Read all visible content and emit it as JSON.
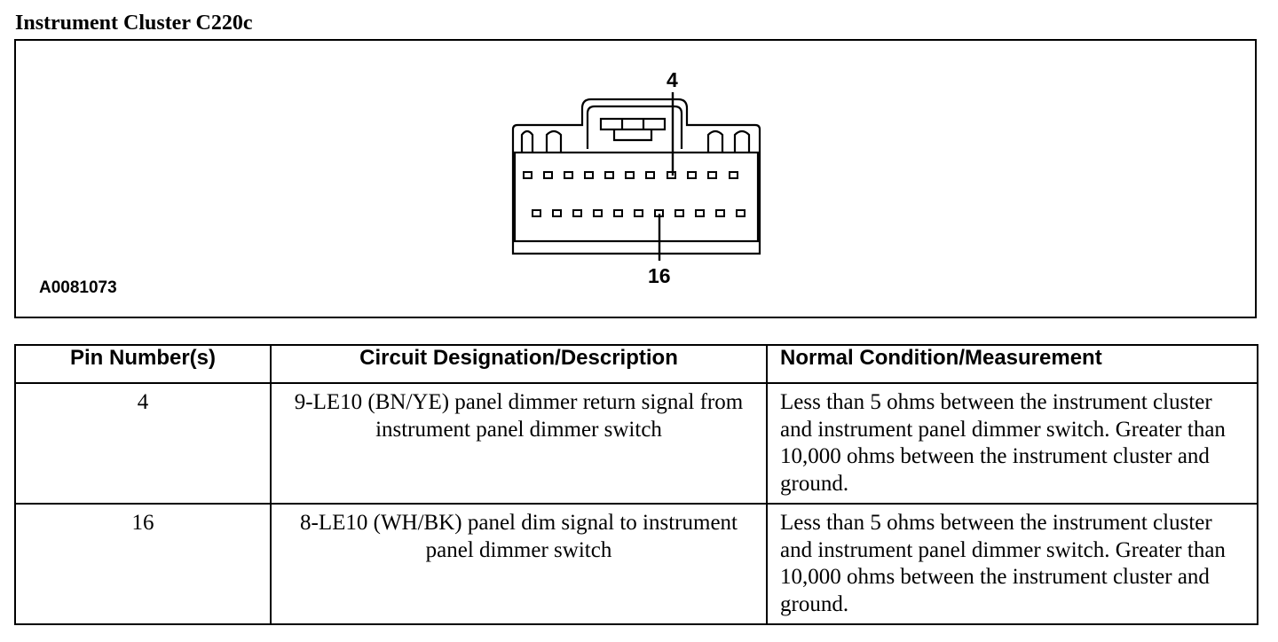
{
  "title": "Instrument Cluster C220c",
  "figure": {
    "id": "A0081073",
    "callout_top": "4",
    "callout_bottom": "16"
  },
  "table": {
    "headers": {
      "pin": "Pin Number(s)",
      "description": "Circuit Designation/Description",
      "measurement": "Normal Condition/Measurement"
    },
    "rows": [
      {
        "pin": "4",
        "description": "9-LE10 (BN/YE) panel dimmer return signal from instrument panel dimmer switch",
        "measurement": "Less than 5 ohms between the instrument cluster and instrument panel dimmer switch. Greater than 10,000 ohms between the instrument cluster and ground."
      },
      {
        "pin": "16",
        "description": "8-LE10 (WH/BK) panel dim signal to instrument panel dimmer switch",
        "measurement": "Less than 5 ohms between the instrument cluster and instrument panel dimmer switch. Greater than 10,000 ohms between the instrument cluster and ground."
      }
    ]
  }
}
